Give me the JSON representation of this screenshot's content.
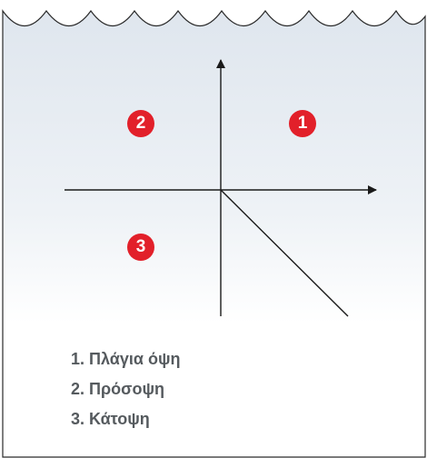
{
  "colors": {
    "badge": "#e2202a",
    "axis": "#1a1a1a",
    "legend_text": "#555a5e",
    "card_gradient_top": "#dfe6ee",
    "card_gradient_bottom": "#ffffff"
  },
  "regions": [
    {
      "number": "1"
    },
    {
      "number": "2"
    },
    {
      "number": "3"
    }
  ],
  "legend": [
    "1. Πλάγια όψη",
    "2. Πρόσοψη",
    "3. Κάτοψη"
  ]
}
